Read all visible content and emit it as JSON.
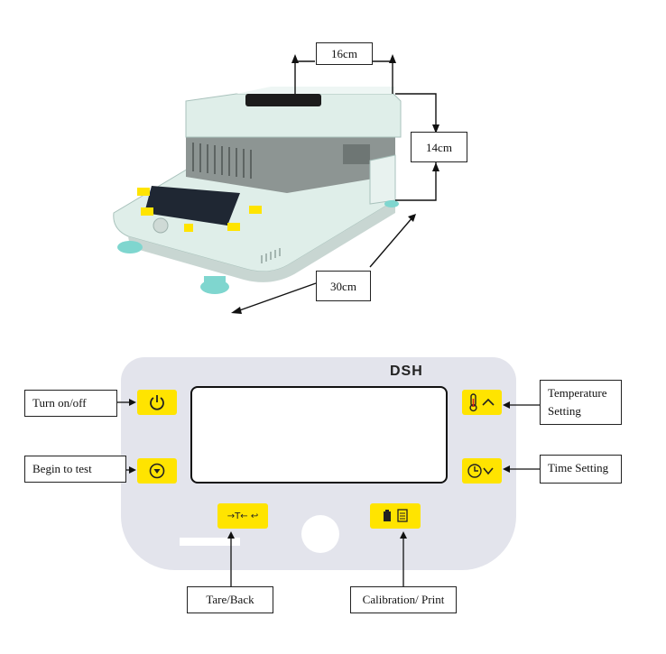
{
  "dimensions": {
    "width": "16cm",
    "height": "14cm",
    "depth": "30cm"
  },
  "panel": {
    "brand": "DSH"
  },
  "callouts": {
    "power": "Turn on/off",
    "begin": "Begin to test",
    "temperature": "Temperature Setting",
    "time": "Time Setting",
    "tare": "Tare/Back",
    "calibration": "Calibration/ Print"
  },
  "buttons": {
    "tare_symbol": "→T← ↩"
  },
  "colors": {
    "button_yellow": "#ffe400",
    "panel_gray": "#e3e4ec",
    "device_body": "#dfeee9",
    "feet": "#7fd6cf"
  }
}
